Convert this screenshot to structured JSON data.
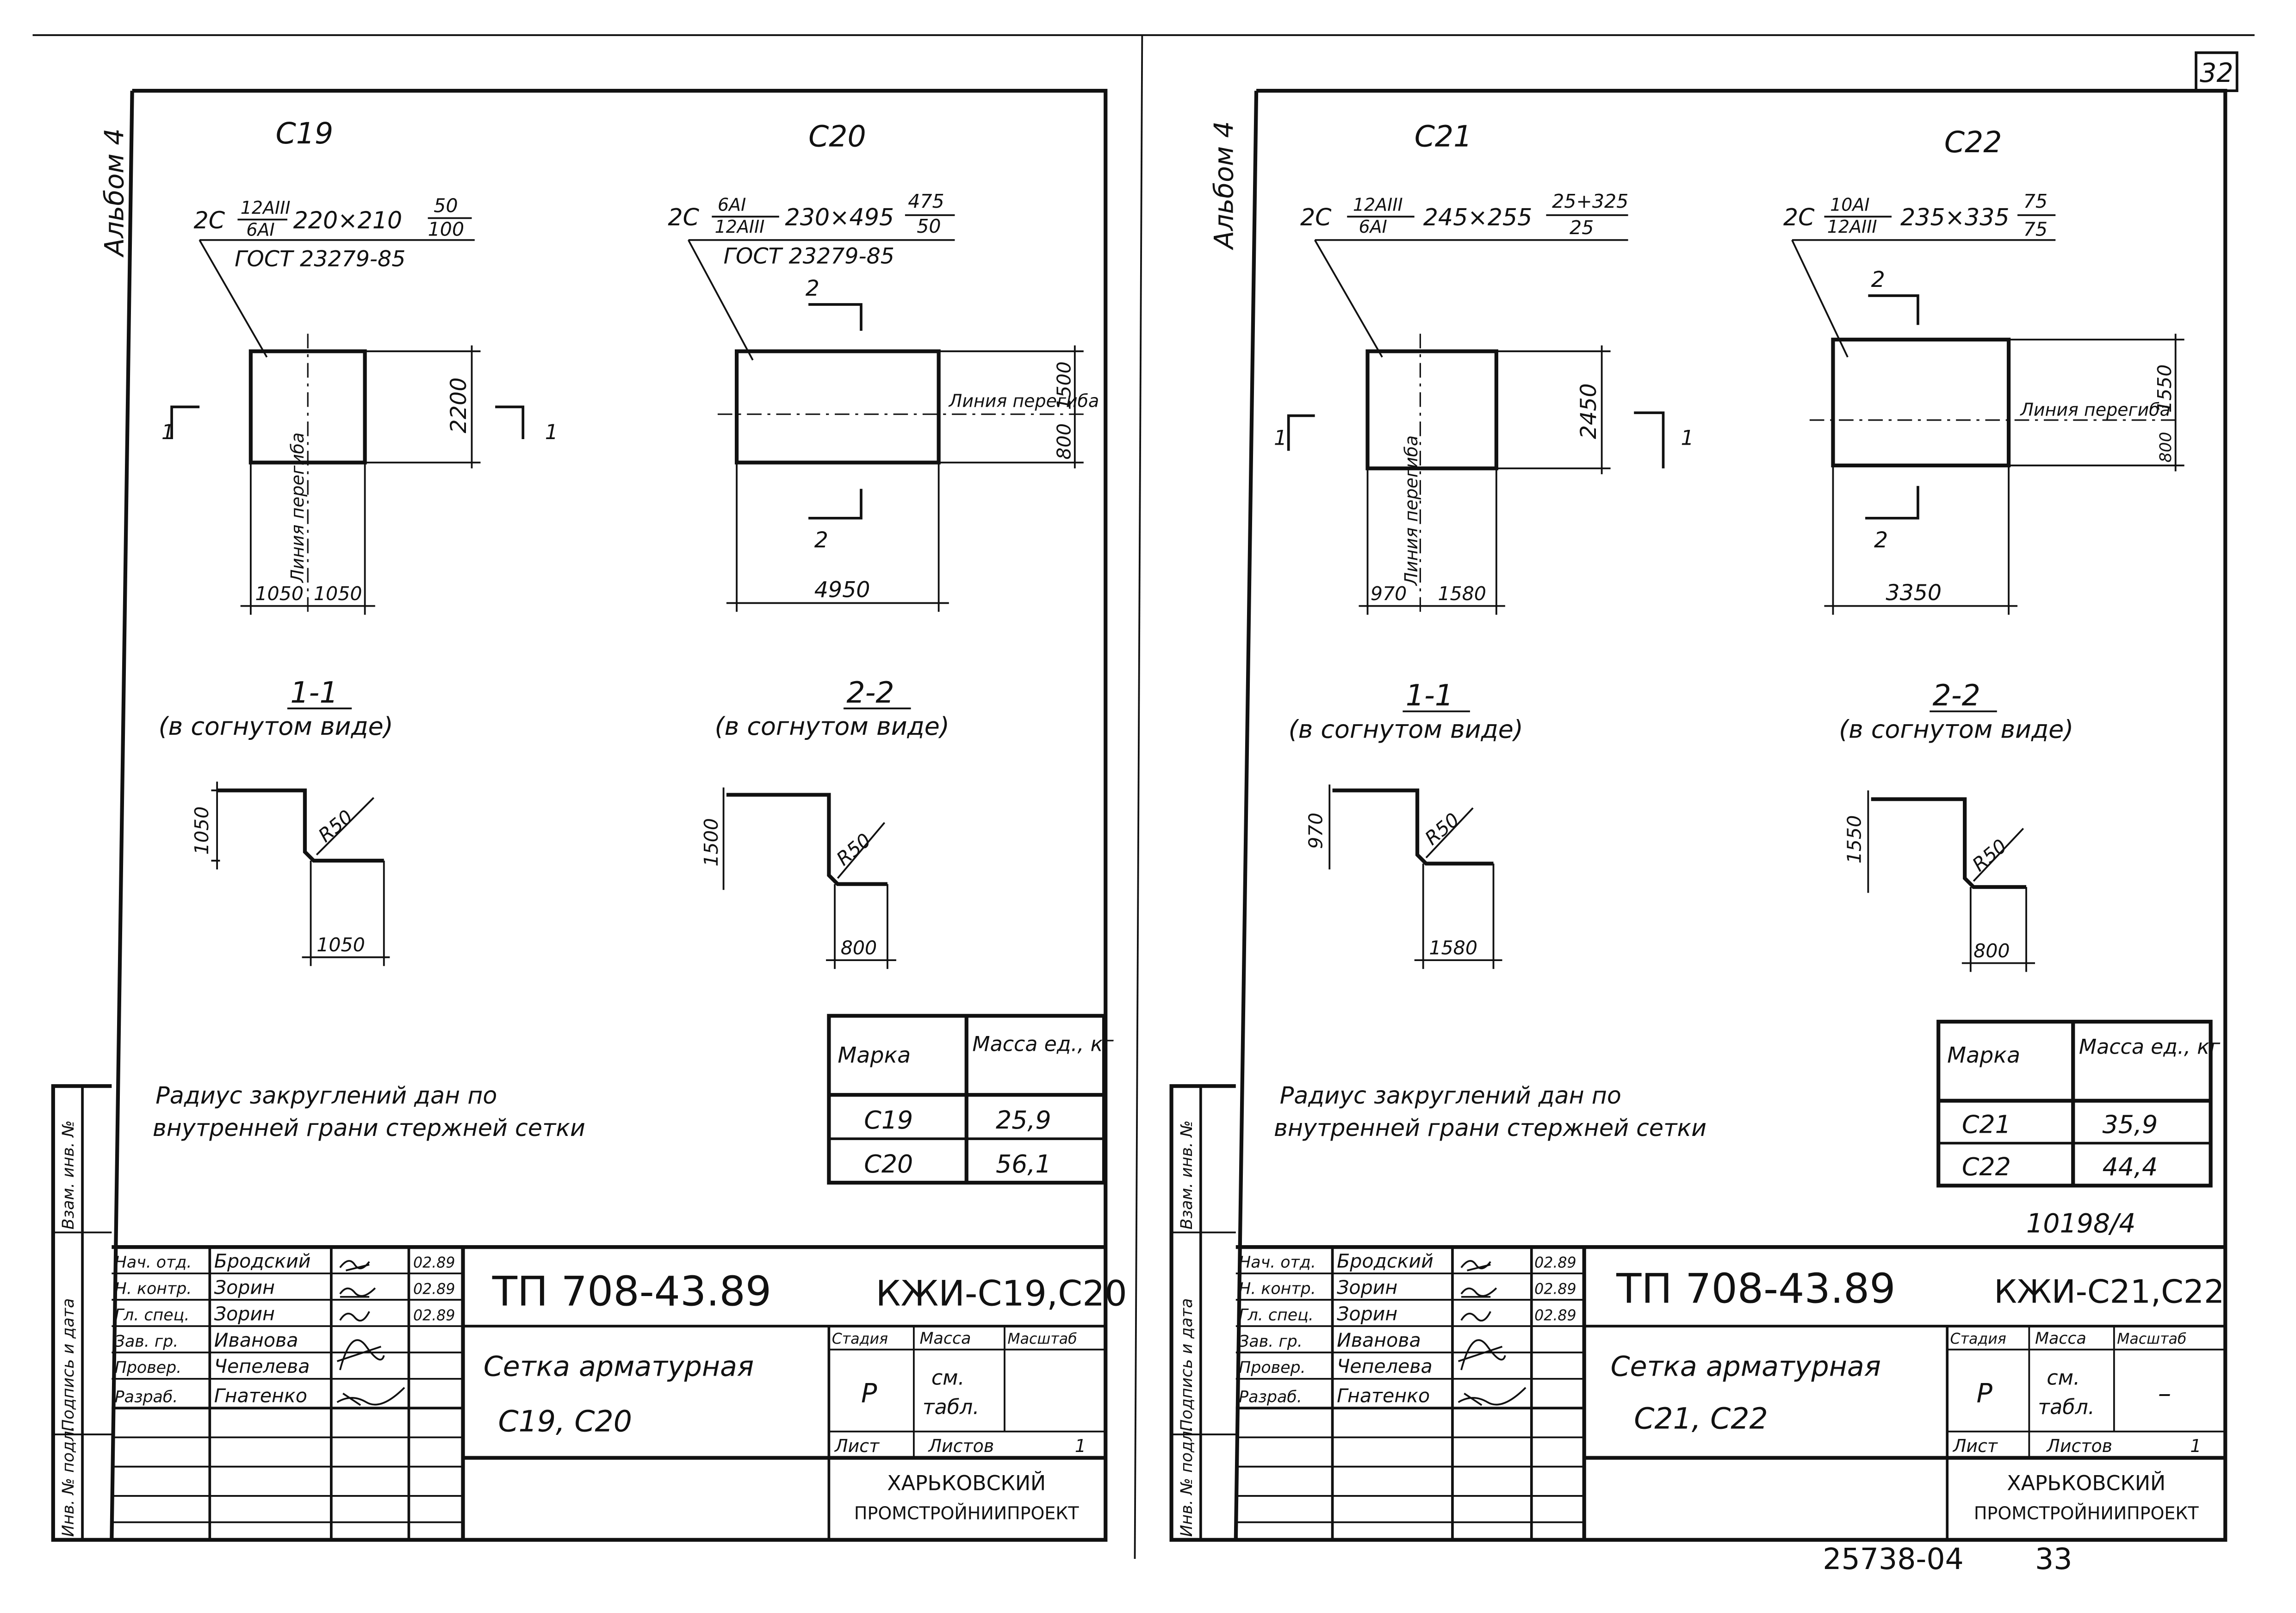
{
  "page": {
    "sheet_number": "32",
    "footer_code": "25738-04",
    "footer_page": "33"
  },
  "sheets": [
    {
      "album": "Альбом 4",
      "marks": [
        {
          "name": "С19",
          "spec": {
            "prefix": "2С",
            "num1": "12АIII",
            "den1": "6АI",
            "size": "220×210",
            "num2": "50",
            "den2": "100"
          },
          "gost": "ГОСТ 23279-85",
          "dim_height": "2200",
          "dim_left": "1050",
          "dim_right": "1050",
          "bend_label": "Линия перегиба",
          "section_mark": "1",
          "section_title": "1-1",
          "section_subtitle": "(в согнутом виде)",
          "sec_vert": "1050",
          "sec_horiz": "1050",
          "sec_radius": "R50"
        },
        {
          "name": "С20",
          "spec": {
            "prefix": "2С",
            "num1": "6АI",
            "den1": "12АIII",
            "size": "230×495",
            "num2": "475",
            "den2": "50"
          },
          "gost": "ГОСТ 23279-85",
          "dim_top": "1500",
          "dim_bottom": "800",
          "dim_width": "4950",
          "bend_label": "Линия перегиба",
          "section_mark": "2",
          "section_title": "2-2",
          "section_subtitle": "(в согнутом виде)",
          "sec_vert": "1500",
          "sec_horiz": "800",
          "sec_radius": "R50"
        }
      ],
      "note": [
        "Радиус закруглений дан по",
        "внутренней грани стержней сетки"
      ],
      "mass_table": {
        "headers": [
          "Марка",
          "Масса ед., кг"
        ],
        "rows": [
          [
            "С19",
            "25,9"
          ],
          [
            "С20",
            "56,1"
          ]
        ]
      },
      "side_labels": [
        "Инв. № подл.",
        "Подпись и дата",
        "Взам. инв. №"
      ],
      "stamp": {
        "people": [
          [
            "Нач. отд.",
            "Бродский",
            "02.89"
          ],
          [
            "Н. контр.",
            "Зорин",
            "02.89"
          ],
          [
            "Гл. спец.",
            "Зорин",
            "02.89"
          ],
          [
            "Зав. гр.",
            "Иванова",
            ""
          ],
          [
            "Провер.",
            "Чепелева",
            ""
          ],
          [
            "Разраб.",
            "Гнатенко",
            ""
          ]
        ],
        "project": "ТП 708-43.89",
        "code": "КЖИ-С19,С20",
        "title1": "Сетка арматурная",
        "title2": "С19,  С20",
        "stage_header": "Стадия",
        "mass_header": "Масса",
        "scale_header": "Масштаб",
        "stage": "Р",
        "mass1": "см.",
        "mass2": "табл.",
        "scale": "",
        "sheet_label": "Лист",
        "sheets_label": "Листов",
        "sheets_count": "1",
        "org1": "ХАРЬКОВСКИЙ",
        "org2": "ПРОМСТРОЙНИИПРОЕКТ"
      },
      "handnote": ""
    },
    {
      "album": "Альбом 4",
      "marks": [
        {
          "name": "С21",
          "spec": {
            "prefix": "2С",
            "num1": "12АIII",
            "den1": "6АI",
            "size": "245×255",
            "num2": "25+325",
            "den2": "25"
          },
          "gost": "",
          "dim_height": "2450",
          "dim_left": "970",
          "dim_right": "1580",
          "bend_label": "Линия перегиба",
          "section_mark": "1",
          "section_title": "1-1",
          "section_subtitle": "(в согнутом виде)",
          "sec_vert": "970",
          "sec_horiz": "1580",
          "sec_radius": "R50"
        },
        {
          "name": "С22",
          "spec": {
            "prefix": "2С",
            "num1": "10АI",
            "den1": "12АIII",
            "size": "235×335",
            "num2": "75",
            "den2": "75"
          },
          "gost": "",
          "dim_top": "1550",
          "dim_bottom": "800",
          "dim_width": "3350",
          "bend_label": "Линия перегиба",
          "section_mark": "2",
          "section_title": "2-2",
          "section_subtitle": "(в согнутом виде)",
          "sec_vert": "1550",
          "sec_horiz": "800",
          "sec_radius": "R50"
        }
      ],
      "note": [
        "Радиус закруглений дан по",
        "внутренней грани стержней сетки"
      ],
      "mass_table": {
        "headers": [
          "Марка",
          "Масса ед., кг"
        ],
        "rows": [
          [
            "С21",
            "35,9"
          ],
          [
            "С22",
            "44,4"
          ]
        ]
      },
      "side_labels": [
        "Инв. № подл.",
        "Подпись и дата",
        "Взам. инв. №"
      ],
      "stamp": {
        "people": [
          [
            "Нач. отд.",
            "Бродский",
            "02.89"
          ],
          [
            "Н. контр.",
            "Зорин",
            "02.89"
          ],
          [
            "Гл. спец.",
            "Зорин",
            "02.89"
          ],
          [
            "Зав. гр.",
            "Иванова",
            ""
          ],
          [
            "Провер.",
            "Чепелева",
            ""
          ],
          [
            "Разраб.",
            "Гнатенко",
            ""
          ]
        ],
        "project": "ТП 708-43.89",
        "code": "КЖИ-С21,С22",
        "title1": "Сетка арматурная",
        "title2": "С21,  С22",
        "stage_header": "Стадия",
        "mass_header": "Масса",
        "scale_header": "Масштаб",
        "stage": "Р",
        "mass1": "см.",
        "mass2": "табл.",
        "scale": "–",
        "sheet_label": "Лист",
        "sheets_label": "Листов",
        "sheets_count": "1",
        "org1": "ХАРЬКОВСКИЙ",
        "org2": "ПРОМСТРОЙНИИПРОЕКТ"
      },
      "handnote": "10198/4"
    }
  ]
}
